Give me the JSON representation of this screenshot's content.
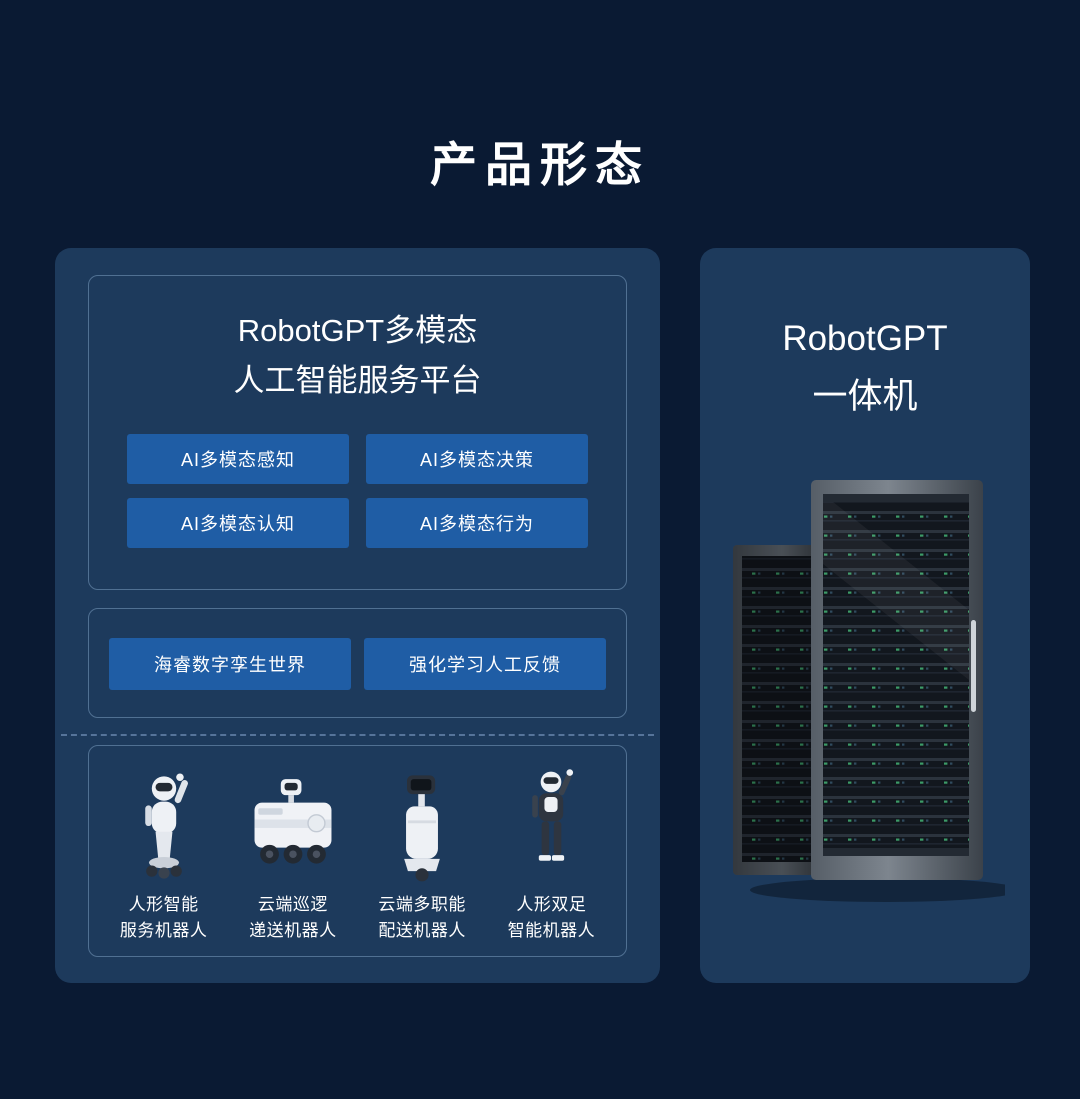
{
  "page": {
    "title": "产品形态",
    "colors": {
      "background": "#0a1a33",
      "panel": "#1d3a5c",
      "chip_blue": "#1f5da5",
      "box_border": "#7a9cc0",
      "text": "#ffffff"
    }
  },
  "left_panel": {
    "platform_box": {
      "title_line1": "RobotGPT多模态",
      "title_line2": "人工智能服务平台",
      "chips": [
        "AI多模态感知",
        "AI多模态决策",
        "AI多模态认知",
        "AI多模态行为"
      ]
    },
    "middle_box": {
      "chips": [
        "海睿数字孪生世界",
        "强化学习人工反馈"
      ]
    },
    "robots_box": {
      "robots": [
        {
          "icon": "humanoid-service-robot",
          "label_line1": "人形智能",
          "label_line2": "服务机器人"
        },
        {
          "icon": "patrol-delivery-robot",
          "label_line1": "云端巡逻",
          "label_line2": "递送机器人"
        },
        {
          "icon": "multifunction-delivery-robot",
          "label_line1": "云端多职能",
          "label_line2": "配送机器人"
        },
        {
          "icon": "bipedal-humanoid-robot",
          "label_line1": "人形双足",
          "label_line2": "智能机器人"
        }
      ]
    }
  },
  "right_panel": {
    "title_line1": "RobotGPT",
    "title_line2": "一体机",
    "image": "server-racks"
  }
}
